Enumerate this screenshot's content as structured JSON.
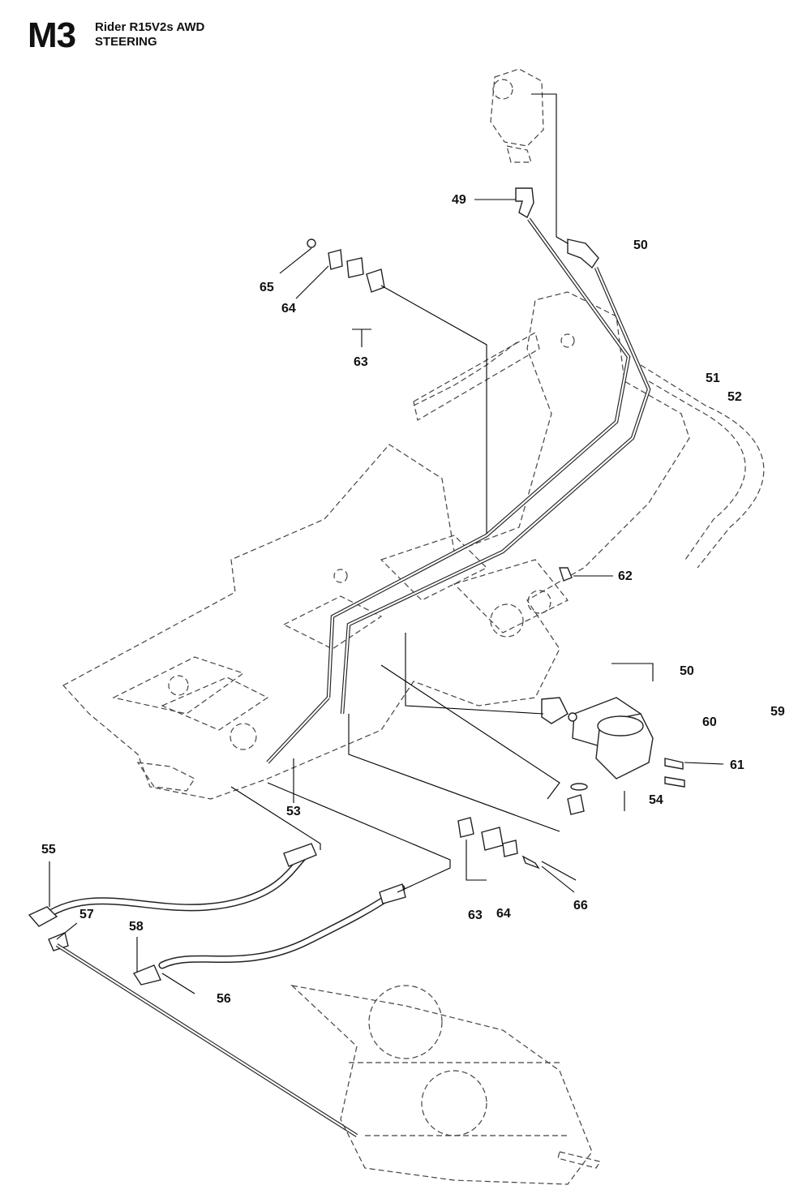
{
  "header": {
    "page_code": "M3",
    "model": "Rider R15V2s AWD",
    "section": "STEERING"
  },
  "callouts": {
    "c49": "49",
    "c50a": "50",
    "c50b": "50",
    "c51": "51",
    "c52": "52",
    "c53": "53",
    "c54": "54",
    "c55": "55",
    "c56": "56",
    "c57": "57",
    "c58": "58",
    "c59": "59",
    "c60": "60",
    "c61": "61",
    "c62": "62",
    "c63a": "63",
    "c63b": "63",
    "c64a": "64",
    "c64b": "64",
    "c65": "65",
    "c66": "66"
  }
}
